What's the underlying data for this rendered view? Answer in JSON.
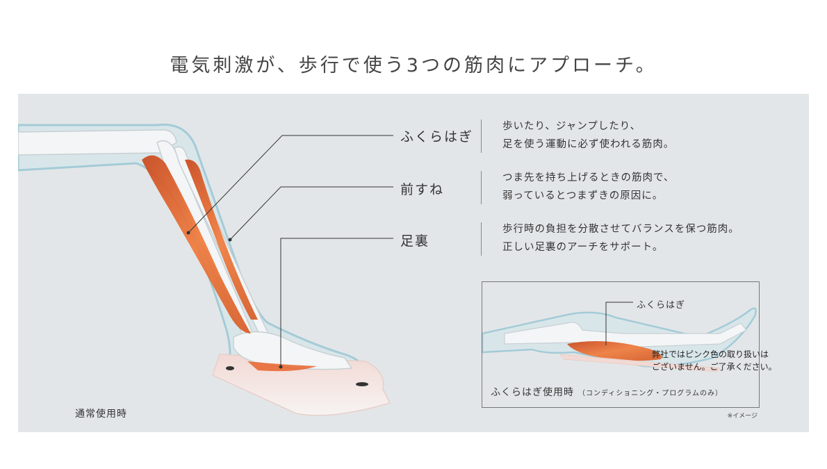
{
  "title": "電気刺激が、歩行で使う3つの筋肉にアプローチ。",
  "muscles": [
    {
      "name": "ふくらはぎ",
      "lines": [
        "歩いたり、ジャンプしたり、",
        "足を使う運動に必ず使われる筋肉。"
      ]
    },
    {
      "name": "前すね",
      "lines": [
        "つま先を持ち上げるときの筋肉で、",
        "弱っているとつまずきの原因に。"
      ]
    },
    {
      "name": "足裏",
      "lines": [
        "歩行時の負担を分散させてバランスを保つ筋肉。",
        "正しい足裏のアーチをサポート。"
      ]
    }
  ],
  "main_caption": "通常使用時",
  "inset": {
    "label": "ふくらはぎ",
    "caption": "ふくらはぎ使用時",
    "caption_sub": "（コンディショニング・プログラムのみ）",
    "notice_lines": [
      "弊社ではピンク色の取り扱いは",
      "ございません。ご了承ください。"
    ]
  },
  "image_note": "※イメージ",
  "colors": {
    "panel": "#e3e6e8",
    "muscle": "#e8642c",
    "bone": "#f4f6f7",
    "skin": "#d4e6ec"
  }
}
